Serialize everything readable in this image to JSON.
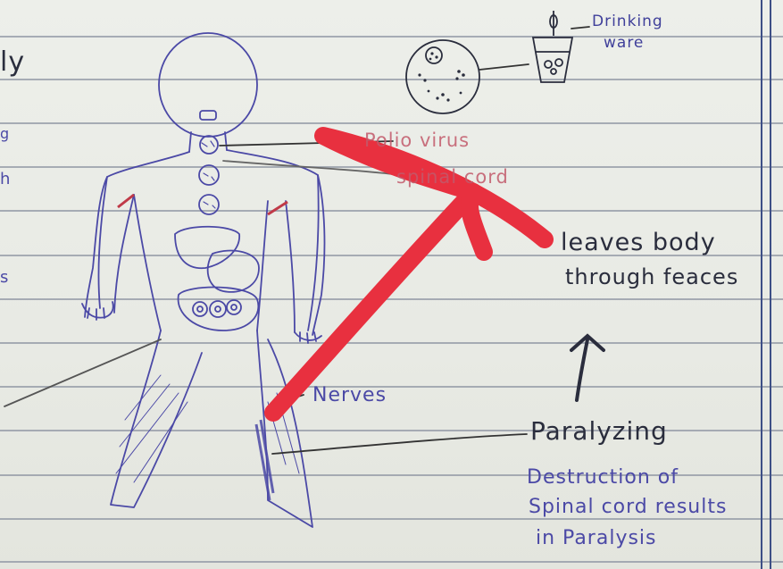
{
  "labels": {
    "edge_fragment_top": "ly",
    "edge_fragment_a": "g",
    "edge_fragment_b": "h",
    "edge_fragment_c": "s",
    "drinking_water": "Drinking\nware",
    "drinking_water_line1": "Drinking",
    "drinking_water_line2": "ware",
    "polio_virus": "Polio virus",
    "spinal_cord": "spinal cord",
    "leaves_body_line1": "leaves body",
    "leaves_body_line2": "through feaces",
    "nerves": "Nerves",
    "paralyzing": "Paralyzing",
    "destruction_line1": "Destruction of",
    "destruction_line2": "Spinal cord results",
    "destruction_line3": "in Paralysis"
  },
  "colors": {
    "ink_purple": "#4b49a6",
    "ink_dark": "#2a2d3d",
    "arrow_red": "#e8303f",
    "paper": "#eceee9",
    "ruling": "#8f96a3"
  },
  "icons": {
    "glass": "drinking-glass-icon",
    "virus_cell": "virus-cell-icon",
    "up_arrow": "up-arrow-icon",
    "big_arrow": "red-arrow-icon"
  }
}
